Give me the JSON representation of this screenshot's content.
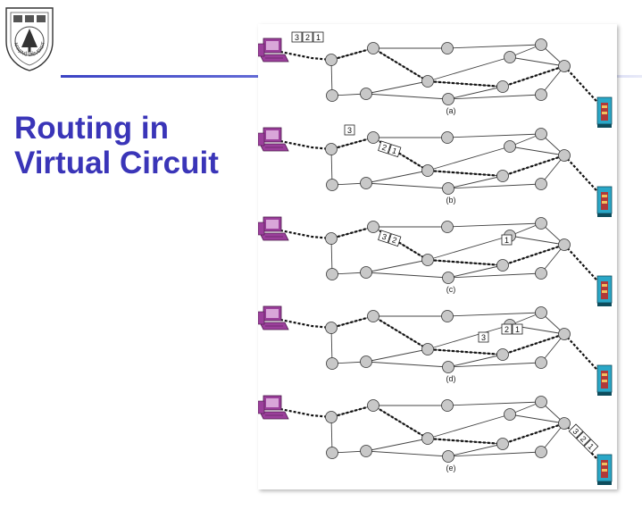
{
  "slide": {
    "title_line1": "Routing in",
    "title_line2": "Virtual Circuit"
  },
  "logo": {
    "text": "NANJING UNIVERSITY",
    "year": "1902"
  },
  "colors": {
    "title": "#3a35b8",
    "accent_line": "#3b43c4",
    "node": "#c8c8c8",
    "host": "#9b3f9b",
    "server": "#2aa7c7"
  },
  "figure": {
    "panels": [
      {
        "label": "(a)",
        "packets": [
          {
            "stage": "host",
            "nums": [
              "3",
              "2",
              "1"
            ]
          }
        ]
      },
      {
        "label": "(b)",
        "packets": [
          {
            "stage": "s1",
            "nums": [
              "3"
            ]
          },
          {
            "stage": "s2",
            "nums": [
              "2",
              "1"
            ]
          }
        ]
      },
      {
        "label": "(c)",
        "packets": [
          {
            "stage": "s2",
            "nums": [
              "3",
              "2"
            ]
          },
          {
            "stage": "s4",
            "nums": [
              "1"
            ]
          }
        ]
      },
      {
        "label": "(d)",
        "packets": [
          {
            "stage": "s3",
            "nums": [
              "3"
            ]
          },
          {
            "stage": "s4",
            "nums": [
              "2",
              "1"
            ]
          }
        ]
      },
      {
        "label": "(e)",
        "packets": [
          {
            "stage": "s6",
            "nums": [
              "3",
              "2",
              "1"
            ]
          }
        ]
      }
    ]
  }
}
